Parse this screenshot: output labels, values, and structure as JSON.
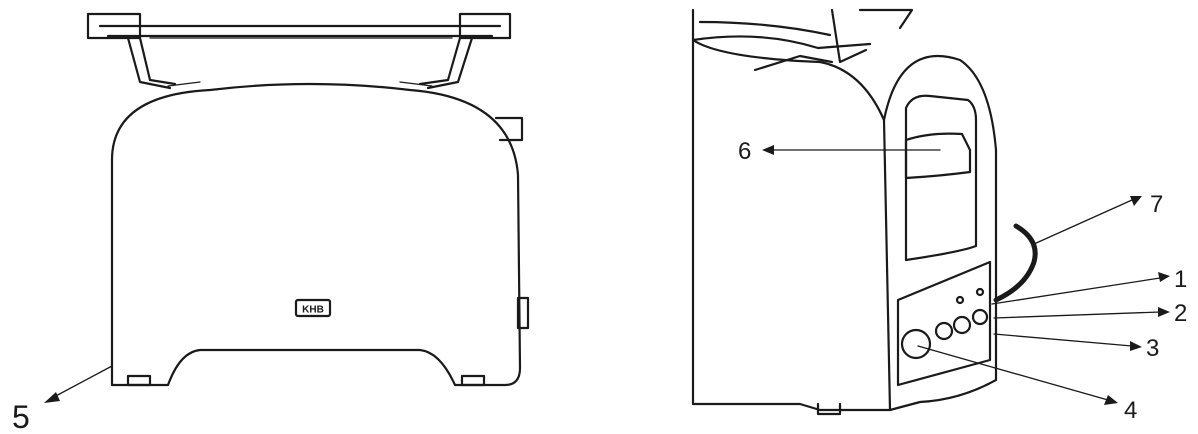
{
  "figure": {
    "brand_badge": "KHB",
    "callouts": [
      {
        "label": "1",
        "part": "indicator-light"
      },
      {
        "label": "2",
        "part": "cancel-button"
      },
      {
        "label": "3",
        "part": "defrost-button"
      },
      {
        "label": "4",
        "part": "browning-control-knob"
      },
      {
        "label": "5",
        "part": "crumb-tray"
      },
      {
        "label": "6",
        "part": "lever"
      },
      {
        "label": "7",
        "part": "power-cord"
      }
    ]
  },
  "colors": {
    "line": "#1a1a1a",
    "background": "#ffffff"
  }
}
